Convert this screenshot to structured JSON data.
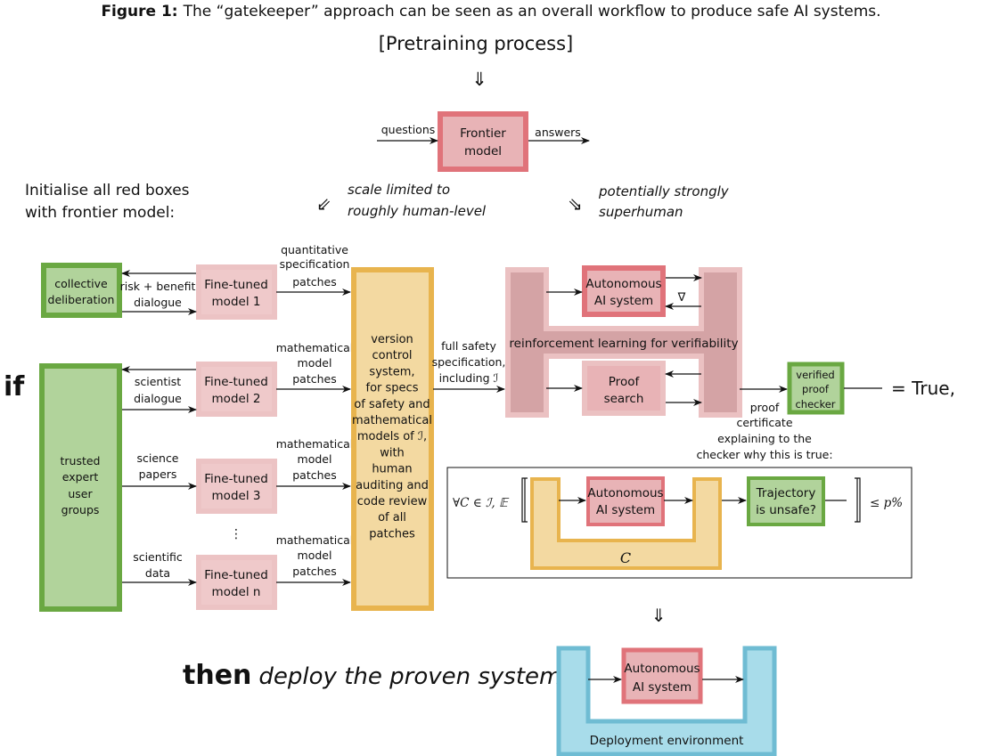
{
  "caption": {
    "label": "Figure 1:",
    "text": "The “gatekeeper” approach can be seen as an overall workflow to produce safe AI systems."
  },
  "pretraining": {
    "label": "[Pretraining process]",
    "arrow": "⇓"
  },
  "frontier": {
    "input_label": "questions",
    "box_lines": [
      "Frontier",
      "model"
    ],
    "output_label": "answers"
  },
  "initialise": {
    "lines": [
      "Initialise all red boxes",
      "with frontier model:"
    ]
  },
  "branches": {
    "left": {
      "arrow": "⇙",
      "lines": [
        "scale limited to",
        "roughly human-level"
      ]
    },
    "right": {
      "arrow": "⇘",
      "lines": [
        "potentially strongly",
        "superhuman"
      ]
    }
  },
  "if_label": "if",
  "collective": {
    "lines": [
      "collective",
      "deliberation"
    ]
  },
  "trusted": {
    "lines": [
      "trusted",
      "expert",
      "user",
      "groups"
    ]
  },
  "fine_tuned": [
    {
      "lines": [
        "Fine-tuned",
        "model 1"
      ],
      "input_lines": [
        "risk + benefit",
        "dialogue"
      ],
      "output_lines": [
        "quantitative",
        "specification",
        "patches"
      ]
    },
    {
      "lines": [
        "Fine-tuned",
        "model 2"
      ],
      "input_lines": [
        "scientist",
        "dialogue"
      ],
      "output_lines": [
        "mathematical",
        "model",
        "patches"
      ]
    },
    {
      "lines": [
        "Fine-tuned",
        "model 3"
      ],
      "input_lines": [
        "science",
        "papers"
      ],
      "output_lines": [
        "mathematical",
        "model",
        "patches"
      ]
    },
    {
      "lines": [
        "Fine-tuned",
        "model n"
      ],
      "input_lines": [
        "scientific",
        "data"
      ],
      "output_lines": [
        "mathematical",
        "model",
        "patches"
      ]
    }
  ],
  "vdots": "⋮",
  "version_control": {
    "lines": [
      "version",
      "control",
      "system,",
      "for specs",
      "of safety and",
      "mathematical",
      "models of ℐ,",
      "with",
      "human",
      "auditing and",
      "code review",
      "of all",
      "patches"
    ]
  },
  "full_spec": {
    "lines": [
      "full safety",
      "specification,",
      "including ℐ"
    ]
  },
  "rl": {
    "label": "reinforcement learning for verifiability",
    "ai_system": [
      "Autonomous",
      "AI system"
    ],
    "gradient": "∇",
    "proof_search": [
      "Proof",
      "search"
    ]
  },
  "proof_cert": {
    "lines": [
      "proof",
      "certificate",
      "explaining to the",
      "checker why this is true:"
    ]
  },
  "checker": {
    "lines": [
      "verified",
      "proof",
      "checker"
    ],
    "result": "= True,"
  },
  "expectation": {
    "prefix": "∀C ∈ ℐ, 𝔼",
    "ai_system": [
      "Autonomous",
      "AI system"
    ],
    "context_label": "C",
    "trajectory": [
      "Trajectory",
      "is unsafe?"
    ],
    "suffix": "≤ p%"
  },
  "down_arrow": "⇓",
  "then": {
    "bold": "then",
    "italic": "deploy the proven system",
    "colon": ":"
  },
  "deploy": {
    "ai_system": [
      "Autonomous",
      "AI system"
    ],
    "env_label": "Deployment environment"
  },
  "colors": {
    "red_border": "#e0737a",
    "red_fill": "#e8b3b6",
    "pink_border": "#ecc3c4",
    "pink_fill": "#efc9ca",
    "rl_outer": "#ebc1c2",
    "rl_inner": "#d4a3a5",
    "green_border": "#6aa842",
    "green_fill": "#b1d39b",
    "orange_border": "#e8b44e",
    "orange_fill": "#f3d9a1",
    "blue_border": "#6fbcd3",
    "blue_fill": "#a8dcea"
  }
}
